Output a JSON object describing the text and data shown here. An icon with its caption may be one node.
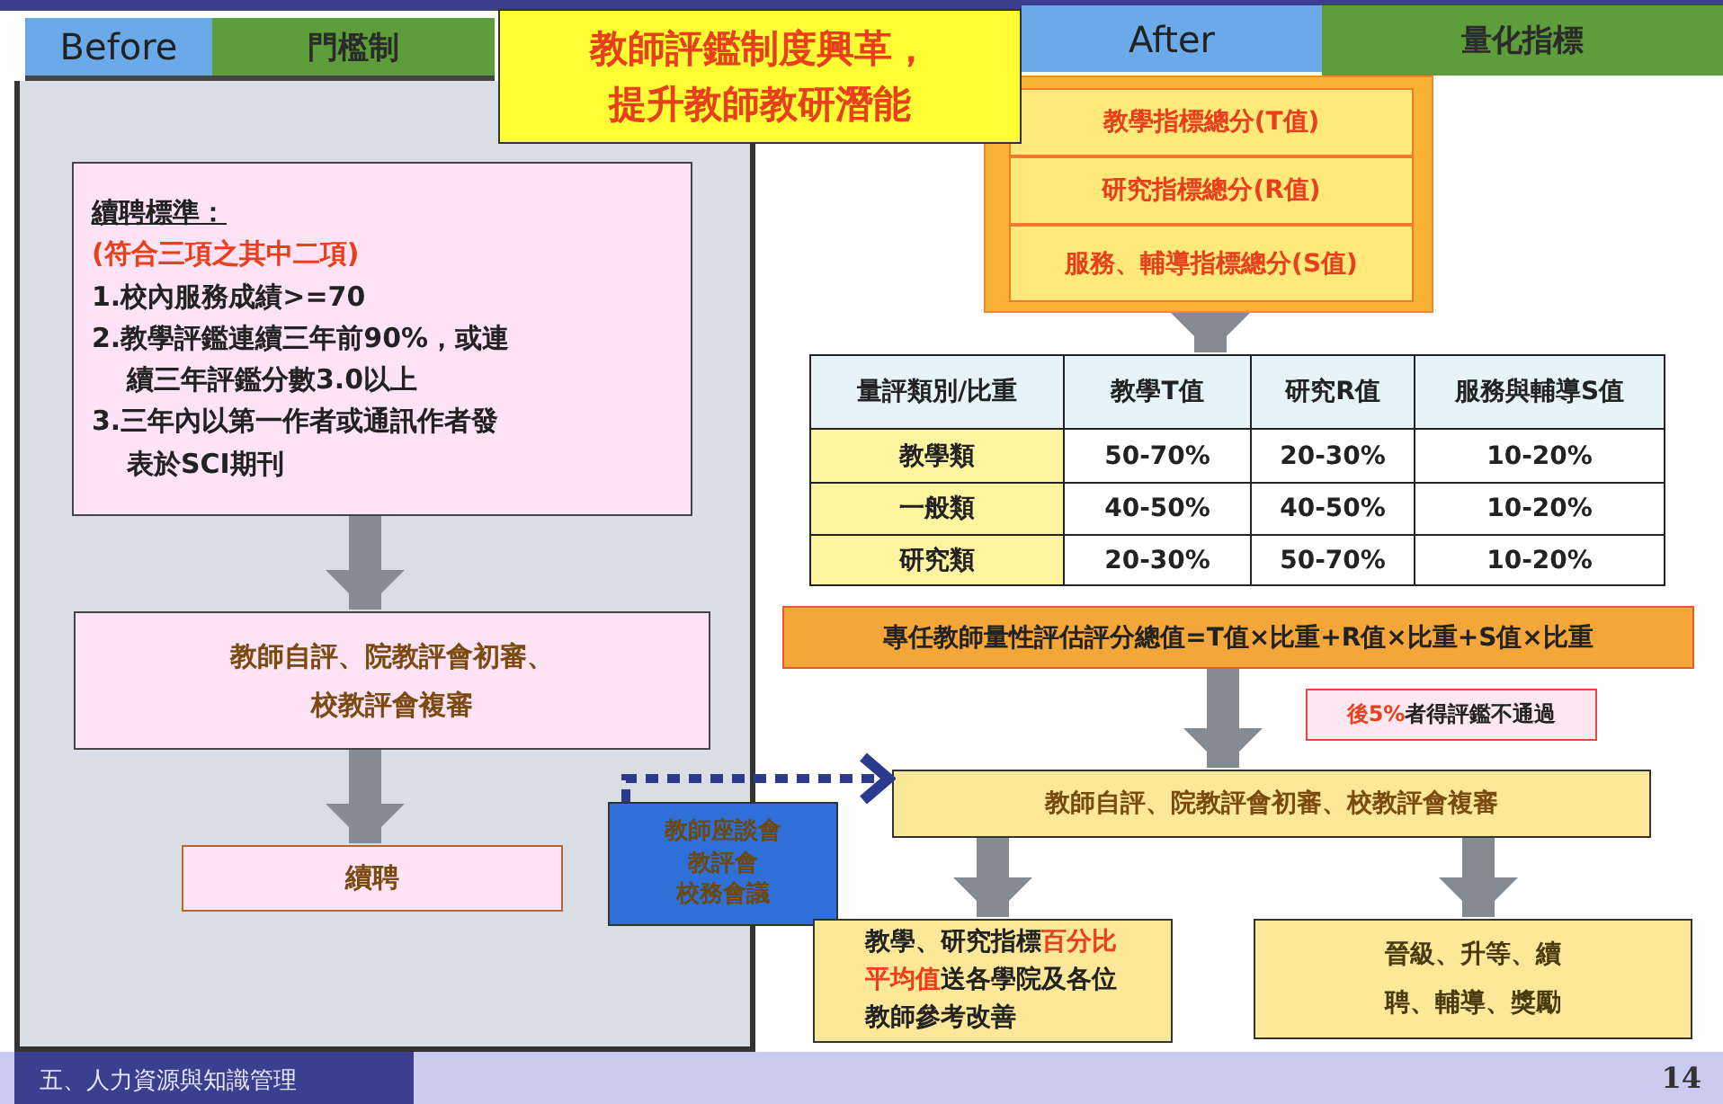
{
  "diagram": {
    "title": "教師評鑑制度興革，提升教師教研潛能",
    "nodes": [
      {
        "text": [
          "Before"
        ]
      },
      {
        "text": [
          "門檻制"
        ]
      },
      {
        "text": [],
        "shape": "box"
      },
      {
        "text": [
          "續聘標準：",
          "(符合三項之其中二項)",
          "1.校內服務成績>=70",
          "2.教學評鑑連續三年前90%，或連續三年評鑑分數3.0以上",
          "3.三年內以第一作者或通訊作者發表於SCI期刊"
        ],
        "in": 2
      },
      {
        "text": [
          "教師自評、院教評會初審、校教評會複審"
        ],
        "in": 2
      },
      {
        "text": [
          "續聘"
        ],
        "in": 2
      },
      {
        "text": [
          "After"
        ]
      },
      {
        "text": [
          "量化指標"
        ]
      },
      {
        "text": [],
        "shape": "box"
      },
      {
        "text": [
          "教學指標總分(T值)"
        ],
        "in": 8
      },
      {
        "text": [
          "研究指標總分(R值)"
        ],
        "in": 8
      },
      {
        "text": [
          "服務、輔導指標總分(S值)"
        ],
        "in": 8
      },
      {
        "text": [],
        "shape": "box"
      },
      {
        "text": [
          "專任教師量性評估評分總值=T值×比重+R值×比重+S值×比重"
        ]
      },
      {
        "text": [
          "後5%",
          "者得評鑑不通過"
        ]
      },
      {
        "text": [
          "教師自評、院教評會初審、校教評會複審"
        ]
      },
      {
        "text": [
          "教師座談會",
          "教評會",
          "校務會議"
        ]
      },
      {
        "text": [
          "教學、研究指標",
          "百分比平均值",
          "送各學院及各位教師參考改善"
        ]
      },
      {
        "text": [
          "晉級、升等、續聘、輔導、獎勵"
        ]
      }
    ],
    "edges": [
      {
        "from": 3,
        "to": 4,
        "arrow": "to"
      },
      {
        "from": 4,
        "to": 5,
        "arrow": "to"
      },
      {
        "from": 8,
        "to": 12,
        "arrow": "to"
      },
      {
        "from": 13,
        "to": 15,
        "arrow": "to"
      },
      {
        "from": 16,
        "to": 15,
        "arrow": "to",
        "style": "dashed",
        "color": "#2b3a8f"
      },
      {
        "from": 15,
        "to": 17,
        "arrow": "to"
      },
      {
        "from": 15,
        "to": 18,
        "arrow": "to"
      }
    ],
    "labels": [
      "量評類別/比重",
      "教學T值",
      "研究R值",
      "服務與輔導S值",
      "教學類",
      "50-70%",
      "20-30%",
      "10-20%",
      "一般類",
      "40-50%",
      "40-50%",
      "10-20%",
      "研究類",
      "20-30%",
      "50-70%",
      "10-20%",
      "五、人力資源與知識管理",
      "14"
    ]
  }
}
